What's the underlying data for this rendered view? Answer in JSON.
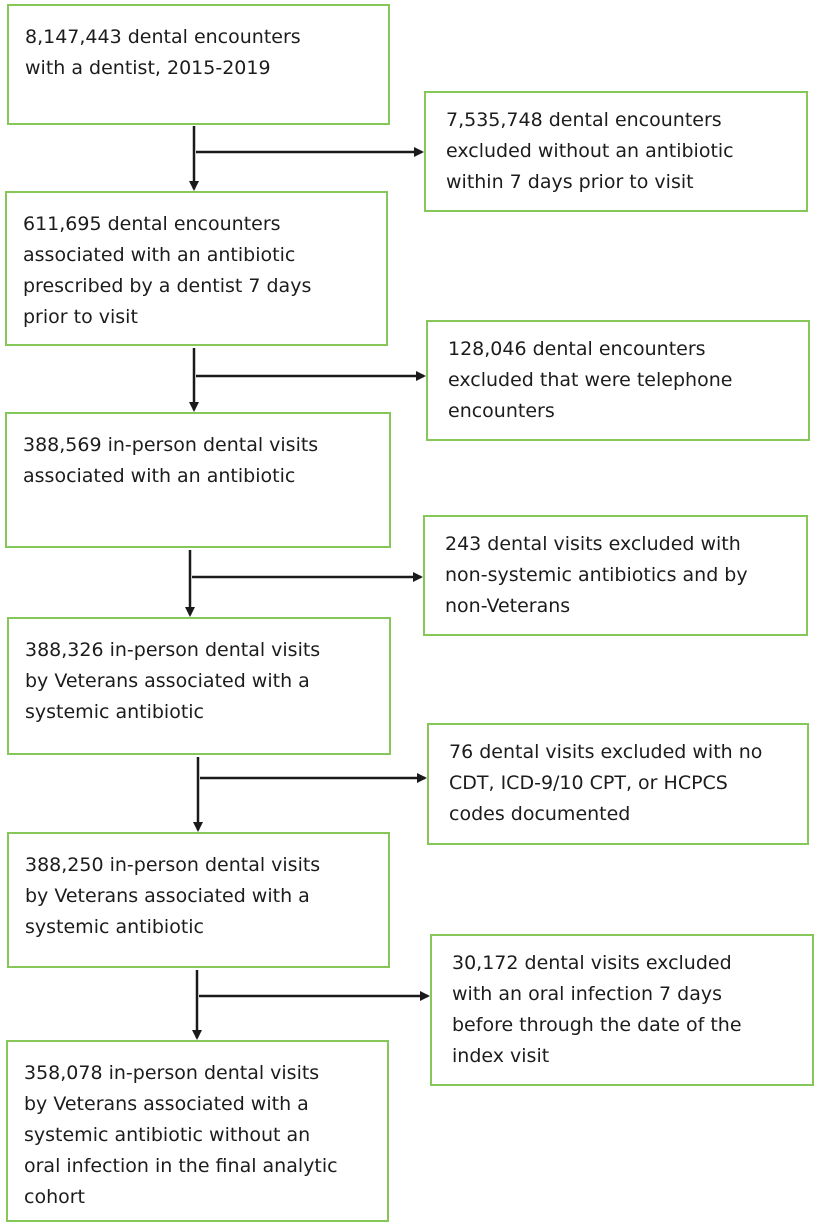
{
  "flowchart": {
    "main_boxes": [
      {
        "lines": [
          "8,147,443 dental encounters",
          "with a dentist, 2015-2019"
        ]
      },
      {
        "lines": [
          "611,695 dental encounters",
          "associated with an antibiotic",
          "prescribed by a dentist 7 days",
          "prior to visit"
        ]
      },
      {
        "lines": [
          "388,569 in-person dental visits",
          "associated with an antibiotic"
        ]
      },
      {
        "lines": [
          "388,326 in-person dental visits",
          "by Veterans associated with a",
          "systemic antibiotic"
        ]
      },
      {
        "lines": [
          "388,250 in-person dental visits",
          "by Veterans associated with a",
          "systemic antibiotic"
        ]
      },
      {
        "lines": [
          "358,078 in-person dental visits",
          "by Veterans associated with a",
          "systemic antibiotic without an",
          "oral infection in the final analytic",
          "cohort"
        ]
      }
    ],
    "exclusion_boxes": [
      {
        "lines": [
          "7,535,748 dental encounters",
          "excluded  without an antibiotic",
          "within 7 days prior to visit"
        ]
      },
      {
        "lines": [
          "128,046 dental encounters",
          "excluded that were telephone",
          "encounters"
        ]
      },
      {
        "lines": [
          "243 dental visits excluded with",
          "non-systemic antibiotics and by",
          "non-Veterans"
        ]
      },
      {
        "lines": [
          "76 dental visits excluded with no",
          "CDT, ICD-9/10 CPT, or HCPCS",
          "codes documented"
        ]
      },
      {
        "lines": [
          "30,172 dental visits excluded",
          "with an oral infection 7 days",
          "before through the date of the",
          "index visit"
        ]
      }
    ],
    "colors": {
      "box_border": "#86c75a",
      "arrow": "#1a1a1a",
      "text": "#1c1c1c"
    }
  }
}
